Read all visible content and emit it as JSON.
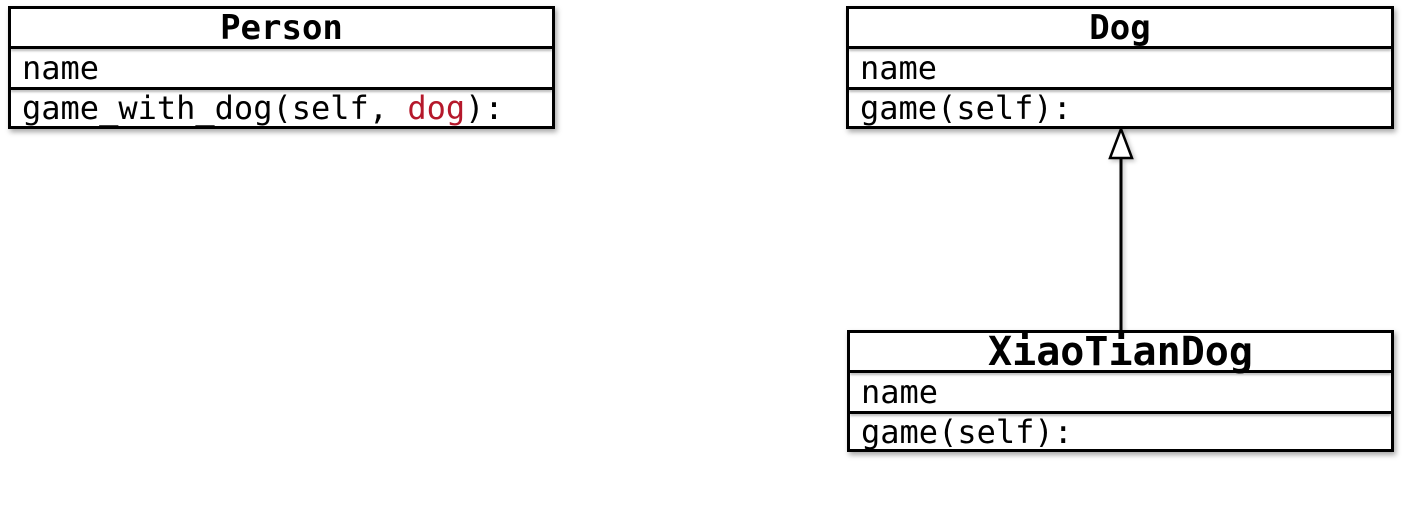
{
  "colors": {
    "param_red": "#b5182b",
    "line_black": "#000000",
    "background": "#ffffff"
  },
  "classes": {
    "person": {
      "title": "Person",
      "attribute": "name",
      "method_prefix": "game_with_dog(self, ",
      "method_param": "dog",
      "method_suffix": "):"
    },
    "dog": {
      "title": "Dog",
      "attribute": "name",
      "method": "game(self):"
    },
    "xiaotiandog": {
      "title": "XiaoTianDog",
      "attribute": "name",
      "method": "game(self):"
    }
  },
  "relationships": [
    {
      "type": "inheritance",
      "from": "XiaoTianDog",
      "to": "Dog"
    }
  ]
}
